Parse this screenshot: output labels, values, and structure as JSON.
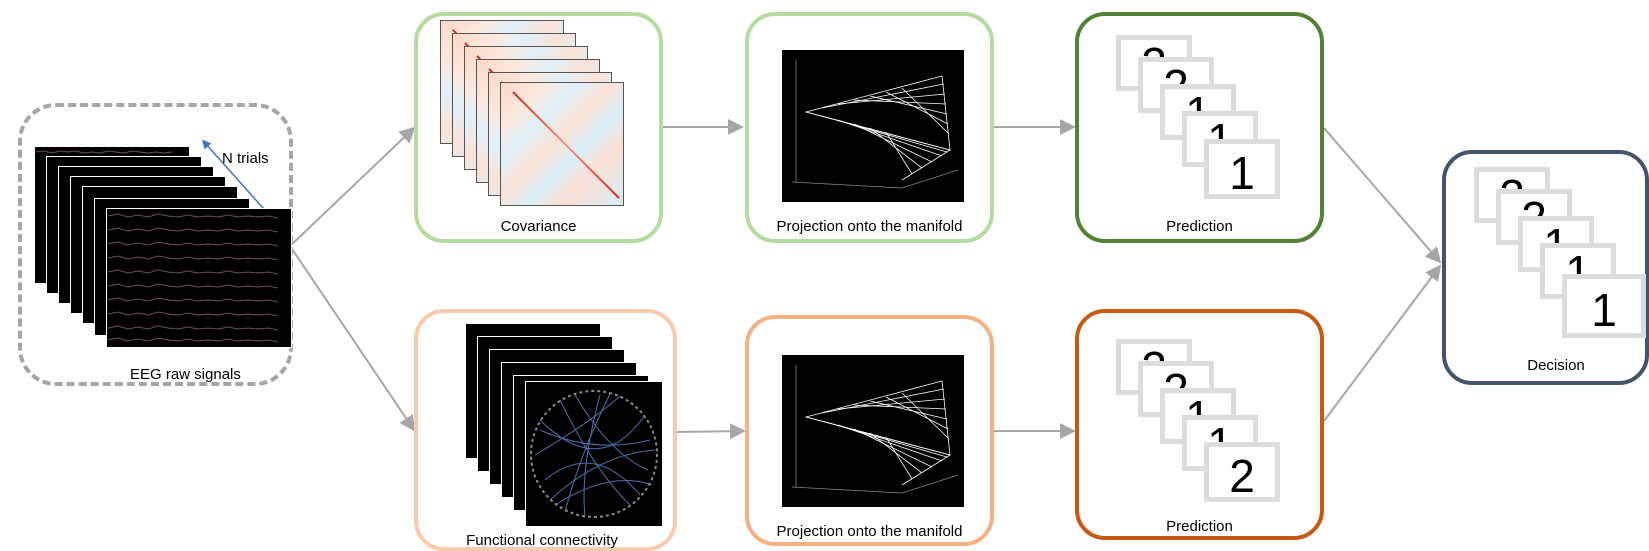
{
  "eeg": {
    "label": "EEG raw signals",
    "trials_label": "N trials"
  },
  "top_row": {
    "covariance_label": "Covariance",
    "projection_label": "Projection onto the manifold",
    "prediction_label": "Prediction",
    "prediction_cards": [
      "2",
      "2",
      "1",
      "1",
      "1"
    ]
  },
  "bottom_row": {
    "connectivity_label": "Functional connectivity",
    "projection_label": "Projection onto the manifold",
    "prediction_label": "Prediction",
    "prediction_cards": [
      "2",
      "2",
      "1",
      "1",
      "2"
    ]
  },
  "decision": {
    "label": "Decision",
    "cards": [
      "2",
      "2",
      "1",
      "1",
      "1"
    ]
  },
  "colors": {
    "eeg_border": "#a6a6a6",
    "top_green_light": "#b6dba1",
    "top_green_dark": "#538135",
    "bottom_orange_light": "#f8cbad",
    "bottom_orange_mid": "#f4b183",
    "bottom_orange_dark": "#c55a11",
    "decision_border": "#44546a",
    "arrow": "#a6a6a6"
  }
}
